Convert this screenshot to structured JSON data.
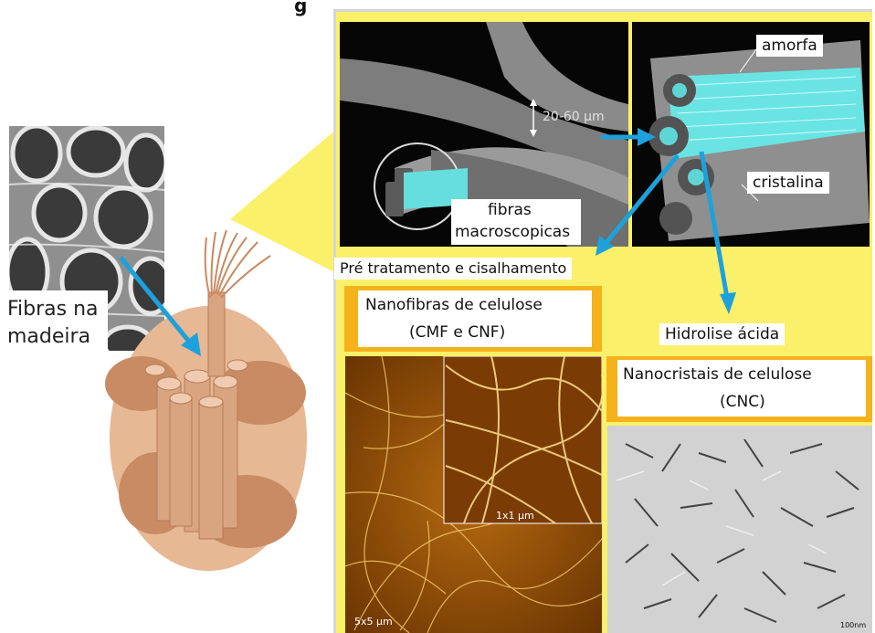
{
  "top_title_fragment": "g",
  "left_label": {
    "line1": "Fibras na",
    "line2": "madeira"
  },
  "labels": {
    "measure": "20-60 μm",
    "amorfa": "amorfa",
    "cristalina": "cristalina",
    "fibras_line1": "fibras",
    "fibras_line2": "macroscopicas",
    "pretratamento": "Pré tratamento e cisalhamento",
    "hidrolise": "Hidrolise ácida"
  },
  "nanofibras": {
    "line1": "Nanofibras de celulose",
    "line2": "(CMF e CNF)",
    "scale_inset": "1x1 μm",
    "scale_main": "5x5 μm"
  },
  "nanocristais": {
    "line1": "Nanocristais de celulose",
    "line2": "(CNC)",
    "scale": "100nm"
  },
  "colors": {
    "panel": "#fbf06a",
    "stripe": "#f6b21b",
    "arrow": "#1da1dc",
    "wood": "#d9a581",
    "cyan": "#48d8d8"
  }
}
